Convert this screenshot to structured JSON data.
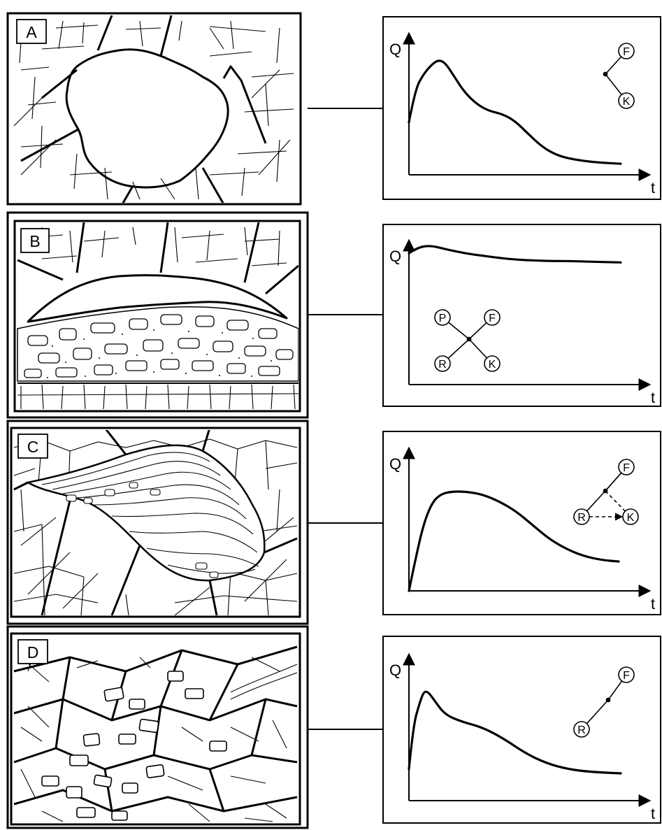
{
  "figure": {
    "panels": [
      {
        "id": "A",
        "label": "A",
        "graph": {
          "y_label": "Q",
          "x_label": "t",
          "curve": [
            [
              0.0,
              0.38
            ],
            [
              0.03,
              0.62
            ],
            [
              0.07,
              0.73
            ],
            [
              0.11,
              0.8
            ],
            [
              0.14,
              0.83
            ],
            [
              0.17,
              0.81
            ],
            [
              0.21,
              0.72
            ],
            [
              0.26,
              0.6
            ],
            [
              0.32,
              0.51
            ],
            [
              0.38,
              0.46
            ],
            [
              0.44,
              0.44
            ],
            [
              0.5,
              0.39
            ],
            [
              0.56,
              0.3
            ],
            [
              0.63,
              0.2
            ],
            [
              0.7,
              0.14
            ],
            [
              0.78,
              0.11
            ],
            [
              0.88,
              0.09
            ],
            [
              1.0,
              0.08
            ]
          ],
          "nodes": [
            {
              "id": "F",
              "label": "F"
            },
            {
              "id": "K",
              "label": "K"
            }
          ],
          "edges": [
            {
              "from": "F",
              "to": "K",
              "style": "solid",
              "via_hub": true
            }
          ]
        }
      },
      {
        "id": "B",
        "label": "B",
        "graph": {
          "y_label": "Q",
          "x_label": "t",
          "curve": [
            [
              0.0,
              0.93
            ],
            [
              0.04,
              0.97
            ],
            [
              0.1,
              0.985
            ],
            [
              0.17,
              0.96
            ],
            [
              0.26,
              0.93
            ],
            [
              0.36,
              0.91
            ],
            [
              0.46,
              0.89
            ],
            [
              0.56,
              0.88
            ],
            [
              0.66,
              0.875
            ],
            [
              0.76,
              0.875
            ],
            [
              0.86,
              0.87
            ],
            [
              1.0,
              0.865
            ]
          ],
          "nodes": [
            {
              "id": "P",
              "label": "P"
            },
            {
              "id": "F",
              "label": "F"
            },
            {
              "id": "R",
              "label": "R"
            },
            {
              "id": "K",
              "label": "K"
            }
          ],
          "edges": [
            {
              "from": "P",
              "to": "K",
              "style": "solid",
              "via_hub": true
            },
            {
              "from": "F",
              "to": "R",
              "style": "solid",
              "via_hub": true
            }
          ]
        }
      },
      {
        "id": "C",
        "label": "C",
        "graph": {
          "y_label": "Q",
          "x_label": "t",
          "curve": [
            [
              0.0,
              0.0
            ],
            [
              0.03,
              0.22
            ],
            [
              0.07,
              0.48
            ],
            [
              0.11,
              0.63
            ],
            [
              0.15,
              0.69
            ],
            [
              0.2,
              0.71
            ],
            [
              0.27,
              0.71
            ],
            [
              0.35,
              0.69
            ],
            [
              0.43,
              0.64
            ],
            [
              0.51,
              0.57
            ],
            [
              0.59,
              0.47
            ],
            [
              0.67,
              0.37
            ],
            [
              0.75,
              0.3
            ],
            [
              0.83,
              0.25
            ],
            [
              0.92,
              0.22
            ],
            [
              1.0,
              0.21
            ]
          ],
          "nodes": [
            {
              "id": "F",
              "label": "F"
            },
            {
              "id": "R",
              "label": "R"
            },
            {
              "id": "K",
              "label": "K"
            }
          ],
          "edges": [
            {
              "from": "F",
              "to": "R",
              "style": "solid",
              "via_hub": true
            },
            {
              "from": "F",
              "to": "K",
              "style": "dashed",
              "via_hub": true
            },
            {
              "from": "R",
              "to": "K",
              "style": "dashed-arrow",
              "via_hub": false
            }
          ]
        }
      },
      {
        "id": "D",
        "label": "D",
        "graph": {
          "y_label": "Q",
          "x_label": "t",
          "curve": [
            [
              0.0,
              0.22
            ],
            [
              0.02,
              0.52
            ],
            [
              0.05,
              0.68
            ],
            [
              0.07,
              0.76
            ],
            [
              0.09,
              0.76
            ],
            [
              0.12,
              0.7
            ],
            [
              0.17,
              0.6
            ],
            [
              0.25,
              0.55
            ],
            [
              0.35,
              0.51
            ],
            [
              0.45,
              0.43
            ],
            [
              0.55,
              0.33
            ],
            [
              0.65,
              0.26
            ],
            [
              0.75,
              0.22
            ],
            [
              0.86,
              0.2
            ],
            [
              1.0,
              0.19
            ]
          ],
          "nodes": [
            {
              "id": "F",
              "label": "F"
            },
            {
              "id": "R",
              "label": "R"
            }
          ],
          "edges": [
            {
              "from": "F",
              "to": "R",
              "style": "solid",
              "via_hub": true
            }
          ]
        }
      }
    ]
  }
}
